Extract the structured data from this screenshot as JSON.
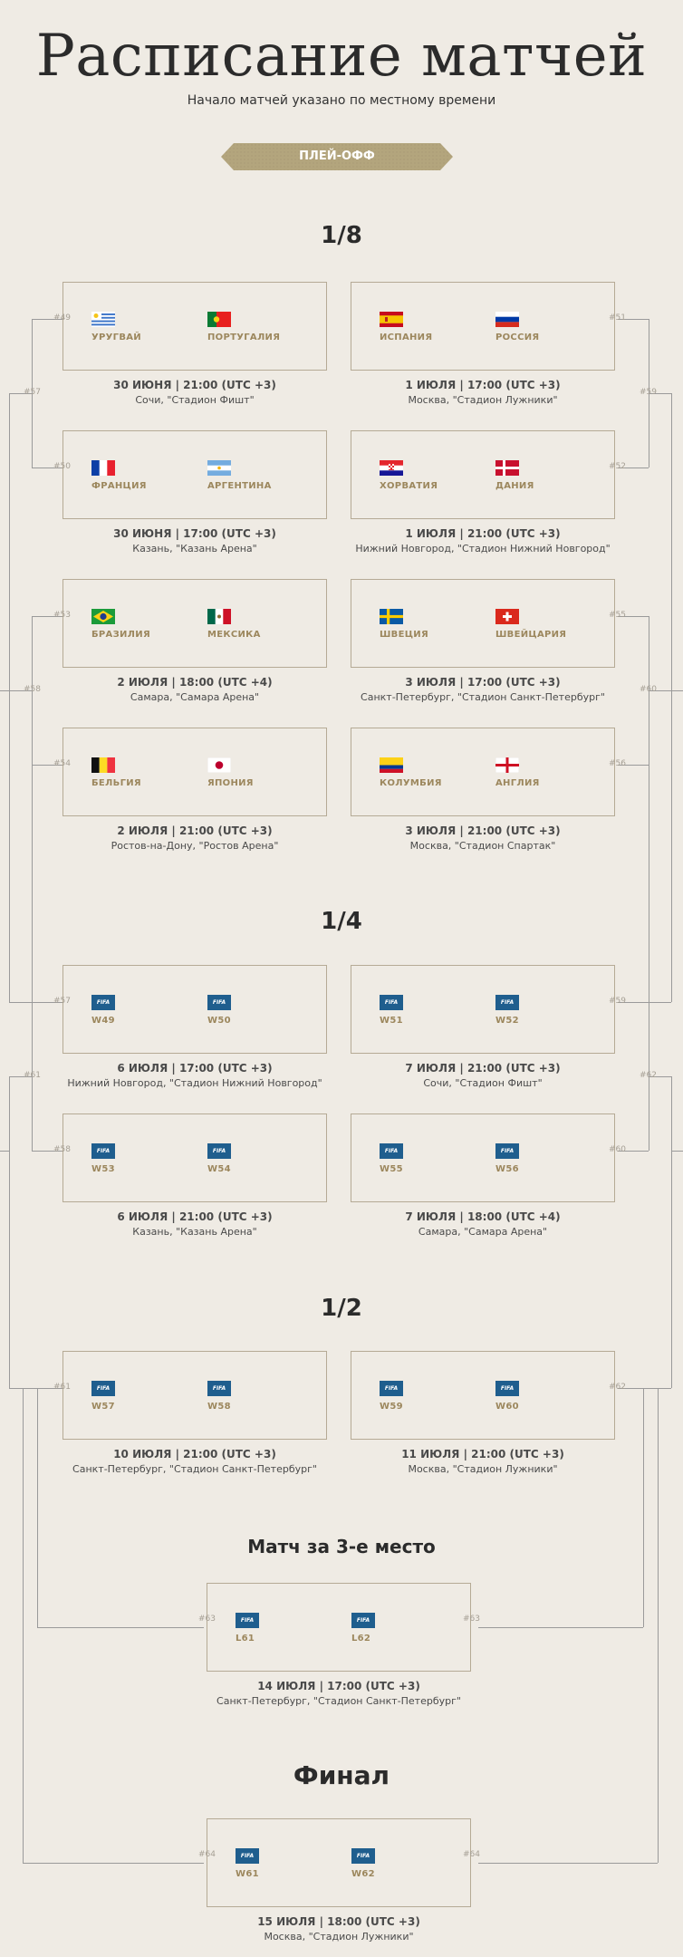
{
  "header": {
    "title": "Расписание матчей",
    "subtitle": "Начало матчей указано по местному времени",
    "tab_label": "ПЛЕЙ-ОФФ"
  },
  "rounds": {
    "r16": "1/8",
    "qf": "1/4",
    "sf": "1/2",
    "third": "Матч за 3-е место",
    "final": "Финал"
  },
  "colors": {
    "background": "#efebe4",
    "gold": "#b3a57d",
    "team_name": "#9c875d",
    "fifa_blue": "#1f5e8e"
  },
  "matches": {
    "m49": {
      "num": "#49",
      "team1": "УРУГВАЙ",
      "team2": "ПОРТУГАЛИЯ",
      "flag1": "uruguay-flag",
      "flag2": "portugal-flag",
      "datetime": "30 ИЮНЯ | 21:00 (UTC +3)",
      "venue": "Сочи, \"Стадион Фишт\""
    },
    "m51": {
      "num": "#51",
      "team1": "ИСПАНИЯ",
      "team2": "РОССИЯ",
      "flag1": "spain-flag",
      "flag2": "russia-flag",
      "datetime": "1 ИЮЛЯ | 17:00 (UTC +3)",
      "venue": "Москва, \"Стадион Лужники\""
    },
    "m50": {
      "num": "#50",
      "team1": "ФРАНЦИЯ",
      "team2": "АРГЕНТИНА",
      "flag1": "france-flag",
      "flag2": "argentina-flag",
      "datetime": "30 ИЮНЯ | 17:00 (UTC +3)",
      "venue": "Казань, \"Казань Арена\""
    },
    "m52": {
      "num": "#52",
      "team1": "ХОРВАТИЯ",
      "team2": "ДАНИЯ",
      "flag1": "croatia-flag",
      "flag2": "denmark-flag",
      "datetime": "1 ИЮЛЯ | 21:00 (UTC +3)",
      "venue": "Нижний Новгород, \"Стадион Нижний Новгород\""
    },
    "m53": {
      "num": "#53",
      "team1": "БРАЗИЛИЯ",
      "team2": "МЕКСИКА",
      "flag1": "brazil-flag",
      "flag2": "mexico-flag",
      "datetime": "2 ИЮЛЯ | 18:00 (UTC +4)",
      "venue": "Самара, \"Самара Арена\""
    },
    "m55": {
      "num": "#55",
      "team1": "ШВЕЦИЯ",
      "team2": "ШВЕЙЦАРИЯ",
      "flag1": "sweden-flag",
      "flag2": "switzerland-flag",
      "datetime": "3 ИЮЛЯ | 17:00 (UTC +3)",
      "venue": "Санкт-Петербург, \"Стадион Санкт-Петербург\""
    },
    "m54": {
      "num": "#54",
      "team1": "БЕЛЬГИЯ",
      "team2": "ЯПОНИЯ",
      "flag1": "belgium-flag",
      "flag2": "japan-flag",
      "datetime": "2 ИЮЛЯ | 21:00 (UTC +3)",
      "venue": "Ростов-на-Дону, \"Ростов Арена\""
    },
    "m56": {
      "num": "#56",
      "team1": "КОЛУМБИЯ",
      "team2": "АНГЛИЯ",
      "flag1": "colombia-flag",
      "flag2": "england-flag",
      "datetime": "3 ИЮЛЯ | 21:00 (UTC +3)",
      "venue": "Москва, \"Стадион Спартак\""
    },
    "m57": {
      "num": "#57",
      "team1": "W49",
      "team2": "W50",
      "logo": "FIFA",
      "datetime": "6 ИЮЛЯ | 17:00 (UTC +3)",
      "venue": "Нижний Новгород, \"Стадион Нижний Новгород\""
    },
    "m59": {
      "num": "#59",
      "team1": "W51",
      "team2": "W52",
      "logo": "FIFA",
      "datetime": "7 ИЮЛЯ | 21:00 (UTC +3)",
      "venue": "Сочи, \"Стадион Фишт\""
    },
    "m58": {
      "num": "#58",
      "team1": "W53",
      "team2": "W54",
      "logo": "FIFA",
      "datetime": "6 ИЮЛЯ | 21:00 (UTC +3)",
      "venue": "Казань, \"Казань Арена\""
    },
    "m60": {
      "num": "#60",
      "team1": "W55",
      "team2": "W56",
      "logo": "FIFA",
      "datetime": "7 ИЮЛЯ | 18:00 (UTC +4)",
      "venue": "Самара, \"Самара Арена\""
    },
    "m61": {
      "num": "#61",
      "team1": "W57",
      "team2": "W58",
      "logo": "FIFA",
      "datetime": "10 ИЮЛЯ | 21:00 (UTC +3)",
      "venue": "Санкт-Петербург, \"Стадион Санкт-Петербург\""
    },
    "m62": {
      "num": "#62",
      "team1": "W59",
      "team2": "W60",
      "logo": "FIFA",
      "datetime": "11 ИЮЛЯ | 21:00 (UTC +3)",
      "venue": "Москва, \"Стадион Лужники\""
    },
    "m63": {
      "num": "#63",
      "team1": "L61",
      "team2": "L62",
      "logo": "FIFA",
      "datetime": "14 ИЮЛЯ | 17:00 (UTC +3)",
      "venue": "Санкт-Петербург, \"Стадион Санкт-Петербург\""
    },
    "m64": {
      "num": "#64",
      "team1": "W61",
      "team2": "W62",
      "logo": "FIFA",
      "datetime": "15 ИЮЛЯ | 18:00 (UTC +3)",
      "venue": "Москва, \"Стадион Лужники\""
    }
  },
  "bracket_labels": {
    "l57": "#57",
    "l58": "#58",
    "l59": "#59",
    "l60": "#60",
    "l61": "#61",
    "l62": "#62"
  }
}
